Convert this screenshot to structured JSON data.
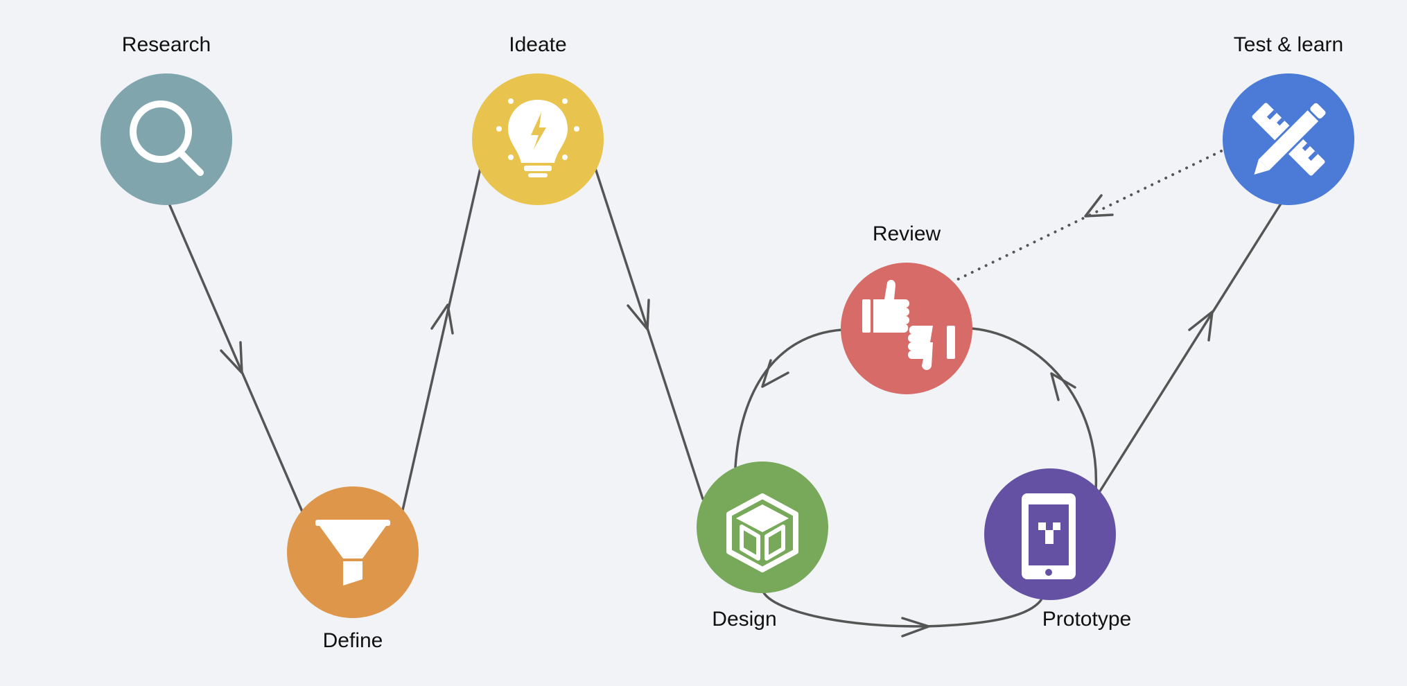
{
  "nodes": {
    "research": {
      "label": "Research",
      "color": "#80a5ad",
      "icon": "magnifier-icon"
    },
    "define": {
      "label": "Define",
      "color": "#dd964a",
      "icon": "funnel-icon"
    },
    "ideate": {
      "label": "Ideate",
      "color": "#e8c44e",
      "icon": "lightbulb-icon"
    },
    "review": {
      "label": "Review",
      "color": "#d66b67",
      "icon": "thumbs-up-down-icon"
    },
    "design": {
      "label": "Design",
      "color": "#78a95a",
      "icon": "cube-icon"
    },
    "prototype": {
      "label": "Prototype",
      "color": "#6451a3",
      "icon": "mobile-phone-icon"
    },
    "test": {
      "label": "Test & learn",
      "color": "#4b7bd6",
      "icon": "ruler-pencil-icon"
    }
  },
  "edge_color": "#555555",
  "background": "#f2f3f7"
}
